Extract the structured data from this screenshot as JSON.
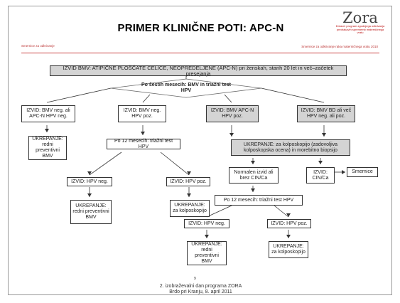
{
  "slide": {
    "title": "PRIMER KLINIČNE POTI: APC-N",
    "logo_word": "Zora",
    "logo_sub": "Državni program zgodnjega odkrivanja predrakavih sprememb materničnega vratu",
    "footer_line1": "2. izobraževalni dan programa ZORA",
    "footer_line2": "Brdo pri Kranju, 8. april 2011"
  },
  "doc": {
    "header_left": "Smernice za odkrivanje",
    "header_right": "Smernice za odkrivanje raka materničnega vratu 2010",
    "page_number": "9",
    "main": "IZVID BMV: ATIPIČNE PLOŠČATE CELICE, NEOPREDELJENE (APC-N) pri ženskah, starih 20 let in več–začetek presejanja",
    "diamond": "Po šestih mesecih: BMV in triažni test HPV",
    "b1": "IZVID: BMV neg. ali APC-N HPV neg.",
    "b2": "IZVID: BMV neg. HPV poz.",
    "b3": "IZVID: BMV APC-N HPV poz.",
    "b4": "IZVID: BMV BD ali več HPV neg. ali poz.",
    "u1": "UKREPANJE: redni preventivni BMV",
    "p12a": "Po 12 mesecih: triažni test HPV",
    "neg_a": "IZVID: HPV neg.",
    "poz_a": "IZVID: HPV poz.",
    "u_a1": "UKREPANJE: redni preventivni BMV",
    "u_a2": "UKREPANJE: za kolposkopijo",
    "kolpo": "UKREPANJE: za kolposkopijo (zadovoljiva kolposkopska ocena) in morebitno biopsijo",
    "normalen": "Normalen izvid ali brez CIN/Ca",
    "cin": "IZVID: CIN/Ca",
    "smernice": "Smernice",
    "p12b": "Po 12 mesecih: triažni test HPV",
    "neg_b": "IZVID: HPV neg.",
    "poz_b": "IZVID: HPV poz.",
    "u_b1": "UKREPANJE: redni preventivni BMV",
    "u_b2": "UKREPANJE: za kolposkopijo"
  }
}
